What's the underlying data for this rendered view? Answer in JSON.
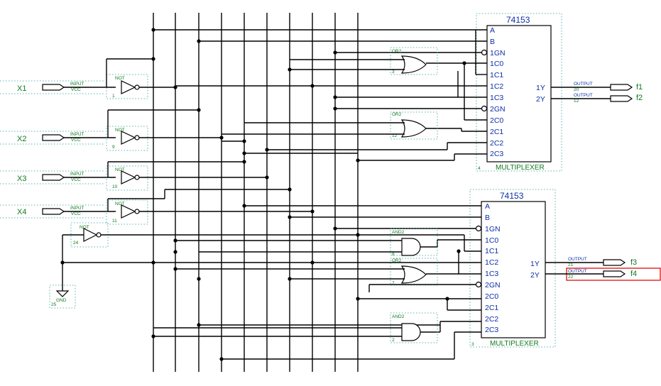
{
  "inputs": [
    {
      "name": "X1",
      "kind": "INPUT",
      "sub": "VCC"
    },
    {
      "name": "X2",
      "kind": "INPUT",
      "sub": "VCC"
    },
    {
      "name": "X3",
      "kind": "INPUT",
      "sub": "VCC"
    },
    {
      "name": "X4",
      "kind": "INPUT",
      "sub": "VCC"
    }
  ],
  "nots": [
    {
      "label": "NOT",
      "num": "1"
    },
    {
      "label": "NOT",
      "num": "9"
    },
    {
      "label": "NOT",
      "num": "10"
    },
    {
      "label": "NOT",
      "num": "11"
    },
    {
      "label": "NOT",
      "num": "24"
    }
  ],
  "gnd": {
    "label": "GND",
    "num": "25"
  },
  "mux1": {
    "part": "74153",
    "title": "MULTIPLEXER",
    "num": "4",
    "left_pins": [
      "A",
      "B",
      "1GN",
      "1C0",
      "1C1",
      "1C2",
      "1C3",
      "2GN",
      "2C0",
      "2C1",
      "2C2",
      "2C3"
    ],
    "right_pins": [
      "1Y",
      "2Y"
    ]
  },
  "mux2": {
    "part": "74153",
    "title": "MULTIPLEXER",
    "num": "3",
    "left_pins": [
      "A",
      "B",
      "1GN",
      "1C0",
      "1C1",
      "1C2",
      "1C3",
      "2GN",
      "2C0",
      "2C1",
      "2C2",
      "2C3"
    ],
    "right_pins": [
      "1Y",
      "2Y"
    ]
  },
  "gates": [
    {
      "label": "OR2",
      "num": "3"
    },
    {
      "label": "OR2",
      "num": "12"
    },
    {
      "label": "AND2",
      "num": "8"
    },
    {
      "label": "OR2",
      "num": "7"
    },
    {
      "label": "AND2",
      "num": "2"
    }
  ],
  "outputs": [
    {
      "name": "f1",
      "kind": "OUTPUT",
      "num": "20"
    },
    {
      "name": "f2",
      "kind": "OUTPUT",
      "num": "12"
    },
    {
      "name": "f3",
      "kind": "OUTPUT",
      "num": "21"
    },
    {
      "name": "f4",
      "kind": "OUTPUT",
      "num": "22"
    }
  ]
}
